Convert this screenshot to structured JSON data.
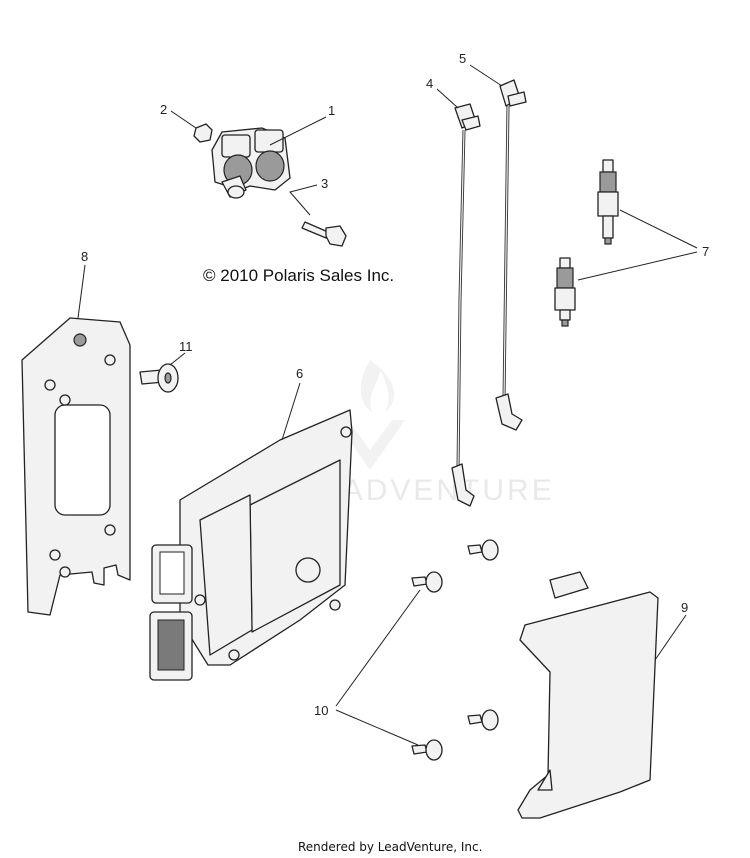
{
  "copyright": "© 2010 Polaris Sales Inc.",
  "footer": "Rendered by LeadVenture, Inc.",
  "watermark": "LEADVENTURE",
  "callouts": [
    "1",
    "2",
    "3",
    "4",
    "5",
    "6",
    "7",
    "8",
    "9",
    "10",
    "11"
  ]
}
